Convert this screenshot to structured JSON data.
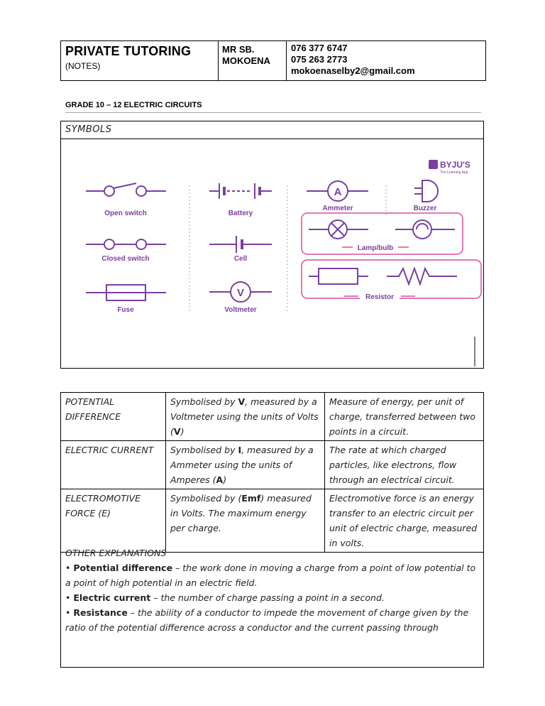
{
  "header": {
    "title": "PRIVATE TUTORING",
    "notes": "(NOTES)",
    "tutor_line1": "MR SB.",
    "tutor_line2": "MOKOENA",
    "phone1": "076 377 6747",
    "phone2": "075 263 2773",
    "email": "mokoenaselby2@gmail.com"
  },
  "section_title": "GRADE 10 – 12 ELECTRIC CIRCUITS",
  "symbols": {
    "heading": "SYMBOLS",
    "brand": "BYJU'S",
    "brand_tagline": "The Learning App",
    "labels": {
      "open_switch": "Open switch",
      "closed_switch": "Closed switch",
      "fuse": "Fuse",
      "battery": "Battery",
      "cell": "Cell",
      "voltmeter": "Voltmeter",
      "ammeter": "Ammeter",
      "buzzer": "Buzzer",
      "lamp": "Lamp/bulb",
      "resistor": "Resistor",
      "ammeter_letter": "A",
      "voltmeter_letter": "V"
    },
    "accent": "#7a3fa0",
    "frame_color": "#d94da0"
  },
  "definitions": [
    {
      "term_l1": "POTENTIAL",
      "term_l2": "DIFFERENCE",
      "sym_a": "Symbolised by ",
      "sym_b": "V",
      "sym_c": ", measured by a Voltmeter using the units of Volts (",
      "sym_d": "V",
      "sym_e": ")",
      "meaning": "Measure of energy, per unit of charge, transferred between two points in a circuit."
    },
    {
      "term_l1": "ELECTRIC CURRENT",
      "term_l2": "",
      "sym_a": "Symbolised by ",
      "sym_b": "I",
      "sym_c": ", measured by a Ammeter using the units of Amperes (",
      "sym_d": "A",
      "sym_e": ")",
      "meaning": "The rate at which charged particles, like electrons, flow through an electrical circuit."
    },
    {
      "term_l1": "ELECTROMOTIVE",
      "term_l2": "FORCE (E)",
      "sym_a": "Symbolised by (",
      "sym_b": "Emf",
      "sym_c": ") measured in Volts. The maximum energy per charge.",
      "sym_d": "",
      "sym_e": "",
      "meaning": "Electromotive force is an energy transfer to an electric circuit per unit of electric charge, measured in volts."
    }
  ],
  "other": {
    "heading": "OTHER EXPLANATIONS",
    "items": [
      {
        "bullet": "•",
        "term": "Potential difference",
        "text": " – the work done in moving a charge from a point of low potential to a point of high potential in an electric field."
      },
      {
        "bullet": "•",
        "term": "Electric current",
        "text": " – the number of charge passing a point in a second."
      },
      {
        "bullet": "•",
        "term": "Resistance",
        "text": "  – the ability of a conductor to impede the movement of charge given by the ratio of the potential difference across a conductor and the current passing through"
      }
    ]
  }
}
